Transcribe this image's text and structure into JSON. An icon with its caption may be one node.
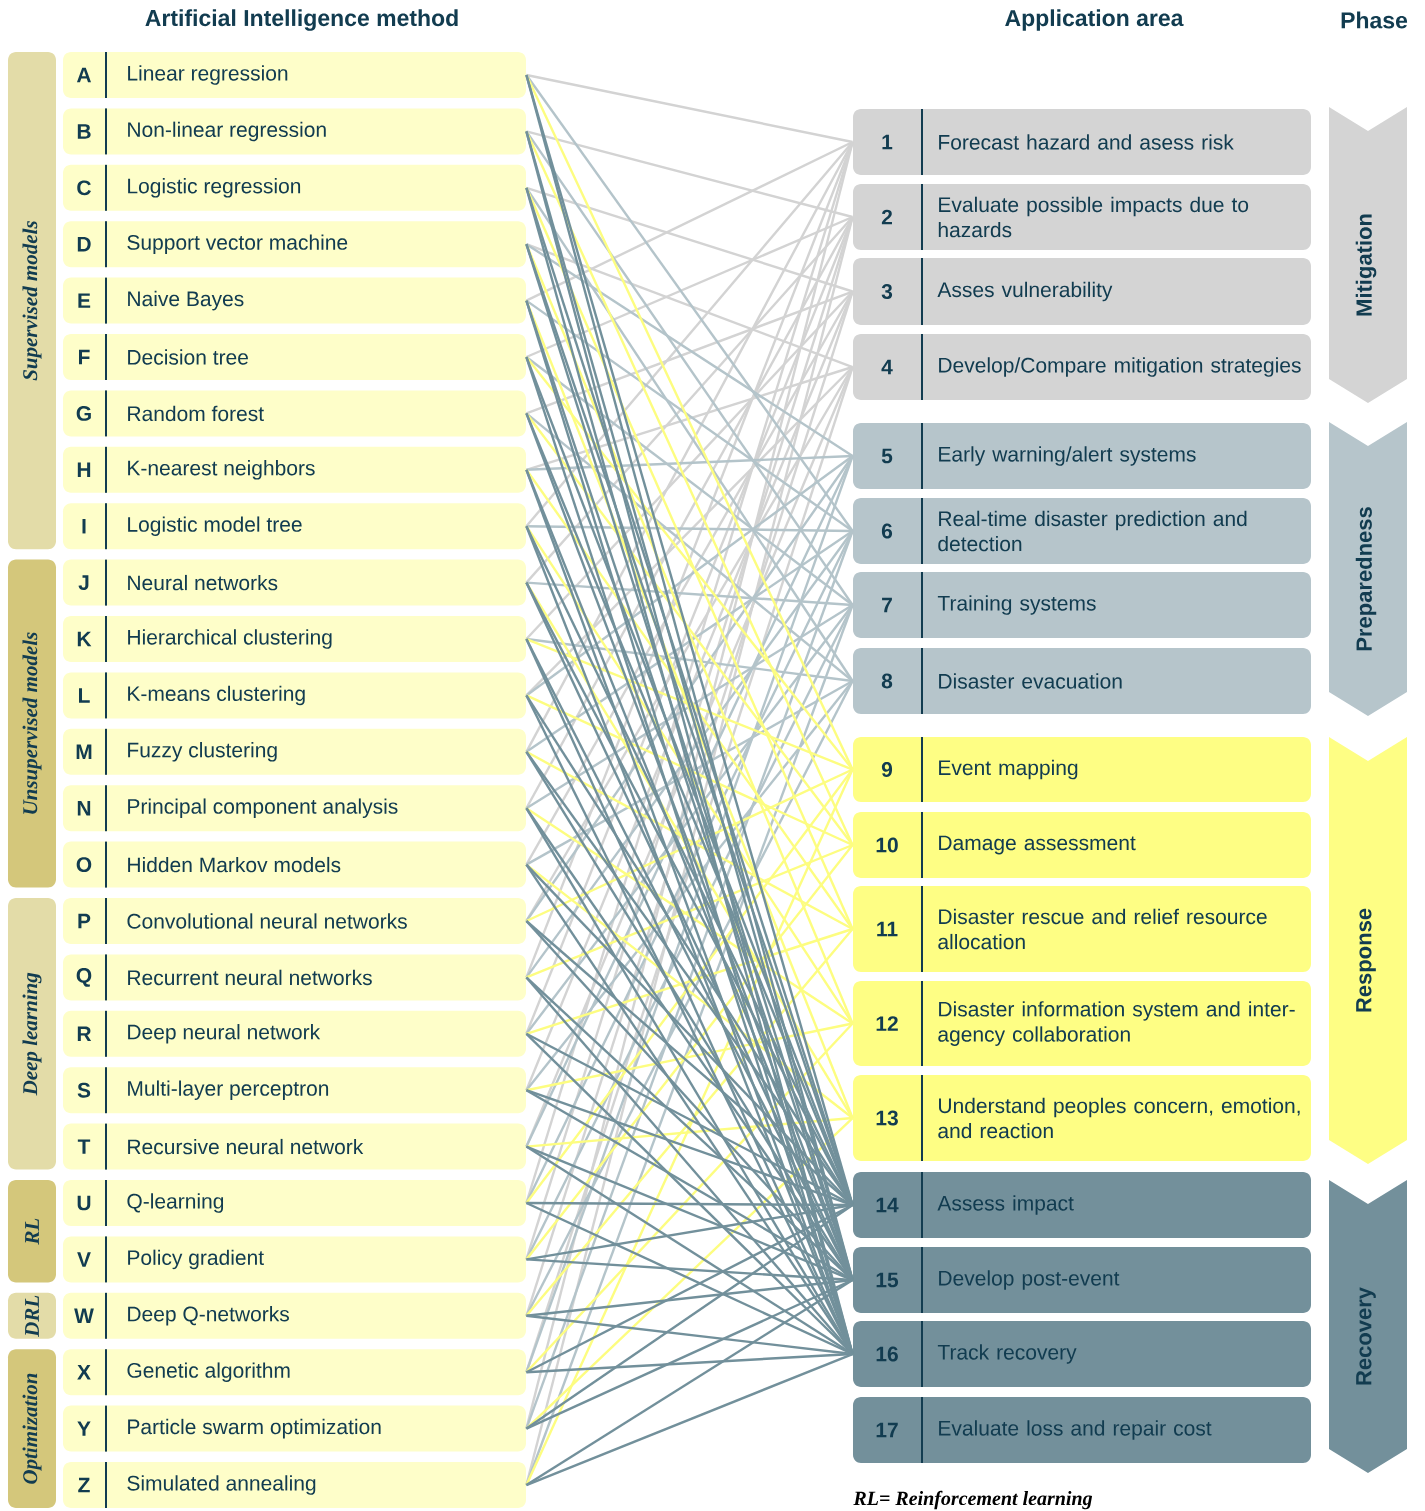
{
  "diagram": {
    "nodes": [
      {
        "text": [
          "Supervised models"
        ]
      },
      {
        "text": [
          "Unsupervised models"
        ]
      },
      {
        "text": [
          "Deep learning"
        ]
      },
      {
        "text": [
          "RL"
        ]
      },
      {
        "text": [
          "DRL"
        ]
      },
      {
        "text": [
          "Optimization"
        ]
      },
      {
        "text": [
          "A",
          "Linear regression"
        ]
      },
      {
        "text": [
          "B",
          "Non-linear regression"
        ]
      },
      {
        "text": [
          "C",
          "Logistic regression"
        ]
      },
      {
        "text": [
          "D",
          "Support vector machine"
        ]
      },
      {
        "text": [
          "E",
          "Naive Bayes"
        ]
      },
      {
        "text": [
          "F",
          "Decision tree"
        ]
      },
      {
        "text": [
          "G",
          "Random forest"
        ]
      },
      {
        "text": [
          "H",
          "K-nearest neighbors"
        ]
      },
      {
        "text": [
          "I",
          "Logistic model tree"
        ]
      },
      {
        "text": [
          "J",
          "Neural networks"
        ]
      },
      {
        "text": [
          "K",
          "Hierarchical clustering"
        ]
      },
      {
        "text": [
          "L",
          "K-means clustering"
        ]
      },
      {
        "text": [
          "M",
          "Fuzzy clustering"
        ]
      },
      {
        "text": [
          "N",
          "Principal component analysis"
        ]
      },
      {
        "text": [
          "O",
          "Hidden Markov models"
        ]
      },
      {
        "text": [
          "P",
          "Convolutional neural networks"
        ]
      },
      {
        "text": [
          "Q",
          "Recurrent neural networks"
        ]
      },
      {
        "text": [
          "R",
          "Deep neural network"
        ]
      },
      {
        "text": [
          "S",
          "Multi-layer perceptron"
        ]
      },
      {
        "text": [
          "T",
          "Recursive neural network"
        ]
      },
      {
        "text": [
          "U",
          "Q-learning"
        ]
      },
      {
        "text": [
          "V",
          "Policy gradient"
        ]
      },
      {
        "text": [
          "W",
          "Deep Q-networks"
        ]
      },
      {
        "text": [
          "X",
          "Genetic algorithm"
        ]
      },
      {
        "text": [
          "Y",
          "Particle swarm optimization"
        ]
      },
      {
        "text": [
          "Z",
          "Simulated annealing"
        ]
      },
      {
        "text": [
          "1",
          "Forecast hazard and asess risk"
        ]
      },
      {
        "text": [
          "2",
          "Evaluate possible impacts due to hazards"
        ]
      },
      {
        "text": [
          "3",
          "Asses vulnerability"
        ]
      },
      {
        "text": [
          "4",
          "Develop/Compare mitigation strategies"
        ]
      },
      {
        "text": [
          "5",
          "Early warning/alert systems"
        ]
      },
      {
        "text": [
          "6",
          "Real-time disaster prediction and detection"
        ]
      },
      {
        "text": [
          "7",
          "Training systems"
        ]
      },
      {
        "text": [
          "8",
          "Disaster evacuation"
        ]
      },
      {
        "text": [
          "9",
          "Event mapping"
        ]
      },
      {
        "text": [
          "10",
          "Damage assessment"
        ]
      },
      {
        "text": [
          "11",
          "Disaster rescue and relief resource allocation"
        ]
      },
      {
        "text": [
          "12",
          "Disaster information system and inter-agency collaboration"
        ]
      },
      {
        "text": [
          "13",
          "Understand peoples concern, emotion, and reaction"
        ]
      },
      {
        "text": [
          "14",
          "Assess impact"
        ]
      },
      {
        "text": [
          "15",
          "Develop post-event"
        ]
      },
      {
        "text": [
          "16",
          "Track recovery"
        ]
      },
      {
        "text": [
          "17",
          "Evaluate loss and repair cost"
        ]
      },
      {
        "text": [
          "Mitigation"
        ]
      },
      {
        "text": [
          "Preparedness"
        ]
      },
      {
        "text": [
          "Response"
        ]
      },
      {
        "text": [
          "Recovery"
        ]
      }
    ],
    "edges": [
      {
        "from": 6,
        "to": 32,
        "arrow": "none",
        "color": "#d3d3d3"
      },
      {
        "from": 7,
        "to": 33,
        "arrow": "none",
        "color": "#d3d3d3"
      },
      {
        "from": 8,
        "to": 34,
        "arrow": "none",
        "color": "#d3d3d3"
      },
      {
        "from": 9,
        "to": 35,
        "arrow": "none",
        "color": "#d3d3d3"
      },
      {
        "from": 10,
        "to": 32,
        "arrow": "none",
        "color": "#d3d3d3"
      },
      {
        "from": 11,
        "to": 33,
        "arrow": "none",
        "color": "#d3d3d3"
      },
      {
        "from": 12,
        "to": 34,
        "arrow": "none",
        "color": "#d3d3d3"
      },
      {
        "from": 13,
        "to": 35,
        "arrow": "none",
        "color": "#d3d3d3"
      },
      {
        "from": 14,
        "to": 32,
        "arrow": "none",
        "color": "#d3d3d3"
      },
      {
        "from": 15,
        "to": 33,
        "arrow": "none",
        "color": "#d3d3d3"
      },
      {
        "from": 16,
        "to": 34,
        "arrow": "none",
        "color": "#d3d3d3"
      },
      {
        "from": 17,
        "to": 35,
        "arrow": "none",
        "color": "#d3d3d3"
      },
      {
        "from": 18,
        "to": 32,
        "arrow": "none",
        "color": "#d3d3d3"
      },
      {
        "from": 19,
        "to": 33,
        "arrow": "none",
        "color": "#d3d3d3"
      },
      {
        "from": 20,
        "to": 34,
        "arrow": "none",
        "color": "#d3d3d3"
      },
      {
        "from": 21,
        "to": 35,
        "arrow": "none",
        "color": "#d3d3d3"
      },
      {
        "from": 22,
        "to": 32,
        "arrow": "none",
        "color": "#d3d3d3"
      },
      {
        "from": 23,
        "to": 33,
        "arrow": "none",
        "color": "#d3d3d3"
      },
      {
        "from": 24,
        "to": 34,
        "arrow": "none",
        "color": "#d3d3d3"
      },
      {
        "from": 25,
        "to": 35,
        "arrow": "none",
        "color": "#d3d3d3"
      },
      {
        "from": 26,
        "to": 32,
        "arrow": "none",
        "color": "#d3d3d3"
      },
      {
        "from": 27,
        "to": 33,
        "arrow": "none",
        "color": "#d3d3d3"
      },
      {
        "from": 28,
        "to": 34,
        "arrow": "none",
        "color": "#d3d3d3"
      },
      {
        "from": 29,
        "to": 35,
        "arrow": "none",
        "color": "#d3d3d3"
      },
      {
        "from": 30,
        "to": 32,
        "arrow": "none",
        "color": "#d3d3d3"
      },
      {
        "from": 31,
        "to": 33,
        "arrow": "none",
        "color": "#d3d3d3"
      },
      {
        "from": 6,
        "to": 37,
        "arrow": "none",
        "color": "#b4c4ca"
      },
      {
        "from": 7,
        "to": 38,
        "arrow": "none",
        "color": "#b4c4ca"
      },
      {
        "from": 8,
        "to": 39,
        "arrow": "none",
        "color": "#b4c4ca"
      },
      {
        "from": 9,
        "to": 36,
        "arrow": "none",
        "color": "#b4c4ca"
      },
      {
        "from": 10,
        "to": 37,
        "arrow": "none",
        "color": "#b4c4ca"
      },
      {
        "from": 11,
        "to": 38,
        "arrow": "none",
        "color": "#b4c4ca"
      },
      {
        "from": 12,
        "to": 39,
        "arrow": "none",
        "color": "#b4c4ca"
      },
      {
        "from": 13,
        "to": 36,
        "arrow": "none",
        "color": "#b4c4ca"
      },
      {
        "from": 14,
        "to": 37,
        "arrow": "none",
        "color": "#b4c4ca"
      },
      {
        "from": 15,
        "to": 38,
        "arrow": "none",
        "color": "#b4c4ca"
      },
      {
        "from": 16,
        "to": 39,
        "arrow": "none",
        "color": "#b4c4ca"
      },
      {
        "from": 17,
        "to": 36,
        "arrow": "none",
        "color": "#b4c4ca"
      },
      {
        "from": 18,
        "to": 37,
        "arrow": "none",
        "color": "#b4c4ca"
      },
      {
        "from": 19,
        "to": 38,
        "arrow": "none",
        "color": "#b4c4ca"
      },
      {
        "from": 20,
        "to": 39,
        "arrow": "none",
        "color": "#b4c4ca"
      },
      {
        "from": 21,
        "to": 36,
        "arrow": "none",
        "color": "#b4c4ca"
      },
      {
        "from": 22,
        "to": 37,
        "arrow": "none",
        "color": "#b4c4ca"
      },
      {
        "from": 23,
        "to": 38,
        "arrow": "none",
        "color": "#b4c4ca"
      },
      {
        "from": 24,
        "to": 39,
        "arrow": "none",
        "color": "#b4c4ca"
      },
      {
        "from": 25,
        "to": 36,
        "arrow": "none",
        "color": "#b4c4ca"
      },
      {
        "from": 26,
        "to": 37,
        "arrow": "none",
        "color": "#b4c4ca"
      },
      {
        "from": 27,
        "to": 38,
        "arrow": "none",
        "color": "#b4c4ca"
      },
      {
        "from": 28,
        "to": 39,
        "arrow": "none",
        "color": "#b4c4ca"
      },
      {
        "from": 29,
        "to": 36,
        "arrow": "none",
        "color": "#b4c4ca"
      },
      {
        "from": 30,
        "to": 37,
        "arrow": "none",
        "color": "#b4c4ca"
      },
      {
        "from": 31,
        "to": 38,
        "arrow": "none",
        "color": "#b4c4ca"
      },
      {
        "from": 6,
        "to": 40,
        "arrow": "none",
        "color": "#fdfd80"
      },
      {
        "from": 7,
        "to": 41,
        "arrow": "none",
        "color": "#fdfd80"
      },
      {
        "from": 8,
        "to": 42,
        "arrow": "none",
        "color": "#fdfd80"
      },
      {
        "from": 9,
        "to": 43,
        "arrow": "none",
        "color": "#fdfd80"
      },
      {
        "from": 10,
        "to": 44,
        "arrow": "none",
        "color": "#fdfd80"
      },
      {
        "from": 11,
        "to": 40,
        "arrow": "none",
        "color": "#fdfd80"
      },
      {
        "from": 12,
        "to": 41,
        "arrow": "none",
        "color": "#fdfd80"
      },
      {
        "from": 13,
        "to": 42,
        "arrow": "none",
        "color": "#fdfd80"
      },
      {
        "from": 14,
        "to": 43,
        "arrow": "none",
        "color": "#fdfd80"
      },
      {
        "from": 15,
        "to": 44,
        "arrow": "none",
        "color": "#fdfd80"
      },
      {
        "from": 16,
        "to": 40,
        "arrow": "none",
        "color": "#fdfd80"
      },
      {
        "from": 17,
        "to": 41,
        "arrow": "none",
        "color": "#fdfd80"
      },
      {
        "from": 18,
        "to": 42,
        "arrow": "none",
        "color": "#fdfd80"
      },
      {
        "from": 19,
        "to": 43,
        "arrow": "none",
        "color": "#fdfd80"
      },
      {
        "from": 20,
        "to": 44,
        "arrow": "none",
        "color": "#fdfd80"
      },
      {
        "from": 21,
        "to": 40,
        "arrow": "none",
        "color": "#fdfd80"
      },
      {
        "from": 22,
        "to": 41,
        "arrow": "none",
        "color": "#fdfd80"
      },
      {
        "from": 23,
        "to": 42,
        "arrow": "none",
        "color": "#fdfd80"
      },
      {
        "from": 24,
        "to": 43,
        "arrow": "none",
        "color": "#fdfd80"
      },
      {
        "from": 25,
        "to": 44,
        "arrow": "none",
        "color": "#fdfd80"
      },
      {
        "from": 26,
        "to": 40,
        "arrow": "none",
        "color": "#fdfd80"
      },
      {
        "from": 27,
        "to": 41,
        "arrow": "none",
        "color": "#fdfd80"
      },
      {
        "from": 28,
        "to": 42,
        "arrow": "none",
        "color": "#fdfd80"
      },
      {
        "from": 29,
        "to": 43,
        "arrow": "none",
        "color": "#fdfd80"
      },
      {
        "from": 30,
        "to": 44,
        "arrow": "none",
        "color": "#fdfd80"
      },
      {
        "from": 31,
        "to": 40,
        "arrow": "none",
        "color": "#fdfd80"
      },
      {
        "from": 6,
        "to": 45,
        "arrow": "none"
      },
      {
        "from": 7,
        "to": 46,
        "arrow": "none"
      },
      {
        "from": 8,
        "to": 47,
        "arrow": "none"
      },
      {
        "from": 9,
        "to": 45,
        "arrow": "none"
      },
      {
        "from": 10,
        "to": 46,
        "arrow": "none"
      },
      {
        "from": 11,
        "to": 47,
        "arrow": "none"
      },
      {
        "from": 12,
        "to": 45,
        "arrow": "none"
      },
      {
        "from": 13,
        "to": 46,
        "arrow": "none"
      },
      {
        "from": 14,
        "to": 47,
        "arrow": "none"
      },
      {
        "from": 15,
        "to": 45,
        "arrow": "none"
      },
      {
        "from": 16,
        "to": 46,
        "arrow": "none"
      },
      {
        "from": 17,
        "to": 47,
        "arrow": "none"
      },
      {
        "from": 18,
        "to": 45,
        "arrow": "none"
      },
      {
        "from": 19,
        "to": 46,
        "arrow": "none"
      },
      {
        "from": 20,
        "to": 47,
        "arrow": "none"
      },
      {
        "from": 21,
        "to": 45,
        "arrow": "none"
      },
      {
        "from": 22,
        "to": 46,
        "arrow": "none"
      },
      {
        "from": 23,
        "to": 47,
        "arrow": "none"
      },
      {
        "from": 24,
        "to": 45,
        "arrow": "none"
      },
      {
        "from": 25,
        "to": 46,
        "arrow": "none"
      },
      {
        "from": 26,
        "to": 47,
        "arrow": "none"
      },
      {
        "from": 27,
        "to": 45,
        "arrow": "none"
      },
      {
        "from": 28,
        "to": 46,
        "arrow": "none"
      },
      {
        "from": 29,
        "to": 47,
        "arrow": "none"
      },
      {
        "from": 30,
        "to": 45,
        "arrow": "none"
      },
      {
        "from": 31,
        "to": 46,
        "arrow": "none"
      },
      {
        "from": 6,
        "to": 46,
        "arrow": "none"
      },
      {
        "from": 7,
        "to": 47,
        "arrow": "none"
      },
      {
        "from": 8,
        "to": 45,
        "arrow": "none"
      },
      {
        "from": 9,
        "to": 46,
        "arrow": "none"
      },
      {
        "from": 10,
        "to": 47,
        "arrow": "none"
      },
      {
        "from": 11,
        "to": 45,
        "arrow": "none"
      },
      {
        "from": 12,
        "to": 46,
        "arrow": "none"
      },
      {
        "from": 13,
        "to": 47,
        "arrow": "none"
      },
      {
        "from": 14,
        "to": 45,
        "arrow": "none"
      },
      {
        "from": 15,
        "to": 46,
        "arrow": "none"
      },
      {
        "from": 16,
        "to": 47,
        "arrow": "none"
      },
      {
        "from": 17,
        "to": 45,
        "arrow": "none"
      },
      {
        "from": 18,
        "to": 46,
        "arrow": "none"
      },
      {
        "from": 19,
        "to": 47,
        "arrow": "none"
      },
      {
        "from": 20,
        "to": 45,
        "arrow": "none"
      },
      {
        "from": 21,
        "to": 46,
        "arrow": "none"
      },
      {
        "from": 22,
        "to": 47,
        "arrow": "none"
      },
      {
        "from": 23,
        "to": 45,
        "arrow": "none"
      },
      {
        "from": 24,
        "to": 46,
        "arrow": "none"
      },
      {
        "from": 25,
        "to": 47,
        "arrow": "none"
      },
      {
        "from": 26,
        "to": 45,
        "arrow": "none"
      },
      {
        "from": 27,
        "to": 46,
        "arrow": "none"
      },
      {
        "from": 28,
        "to": 47,
        "arrow": "none"
      },
      {
        "from": 29,
        "to": 45,
        "arrow": "none"
      },
      {
        "from": 30,
        "to": 46,
        "arrow": "none"
      },
      {
        "from": 31,
        "to": 47,
        "arrow": "none"
      }
    ],
    "labels": [
      "Artificial Intelligence method",
      "Application area",
      "Phase",
      "RL= Reinforcement learning"
    ]
  }
}
